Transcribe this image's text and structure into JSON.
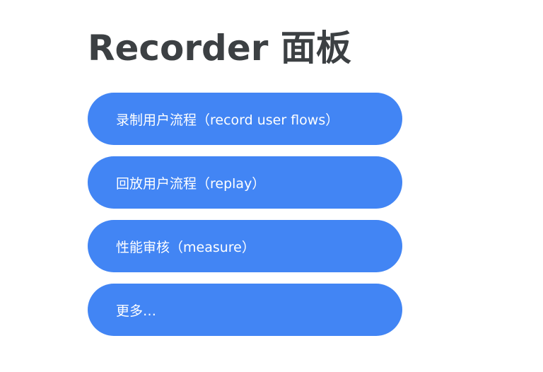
{
  "title": "Recorder 面板",
  "menu": {
    "items": [
      {
        "label": "录制用户流程（record user flows）"
      },
      {
        "label": "回放用户流程（replay）"
      },
      {
        "label": "性能审核（measure）"
      },
      {
        "label": "更多…"
      }
    ]
  },
  "colors": {
    "button_background": "#4285f4",
    "button_text": "#ffffff",
    "title_text": "#3c4043",
    "page_background": "#ffffff"
  }
}
